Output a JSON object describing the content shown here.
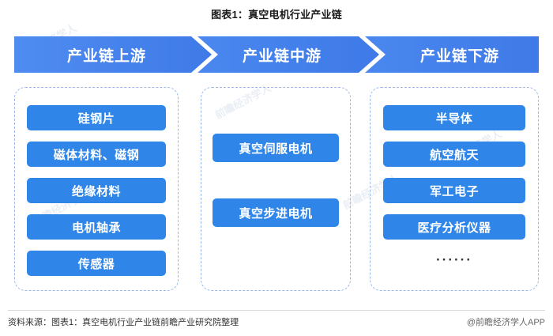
{
  "title": "图表1：真空电机行业产业链",
  "colors": {
    "header_blue": "#3f7ae8",
    "node_blue": "#2f86e8",
    "panel_border": "#9ab7e8",
    "title_text": "#1a1a1a"
  },
  "segments": [
    {
      "header": "产业链上游",
      "nodes": [
        "硅钢片",
        "磁体材料、磁钢",
        "绝缘材料",
        "电机轴承",
        "传感器"
      ],
      "ellipsis": ""
    },
    {
      "header": "产业链中游",
      "nodes": [
        "真空伺服电机",
        "真空步进电机"
      ],
      "ellipsis": ""
    },
    {
      "header": "产业链下游",
      "nodes": [
        "半导体",
        "航空航天",
        "军工电子",
        "医疗分析仪器"
      ],
      "ellipsis": "······"
    }
  ],
  "footer": {
    "source": "资料来源：图表1：真空电机行业产业链前瞻产业研究院整理",
    "brand": "@前瞻经济学人APP"
  },
  "watermarks": [
    "前瞻经济学人",
    "前瞻经济学人",
    "前瞻经济学人",
    "前瞻经济学人",
    "前瞻经济学人"
  ]
}
